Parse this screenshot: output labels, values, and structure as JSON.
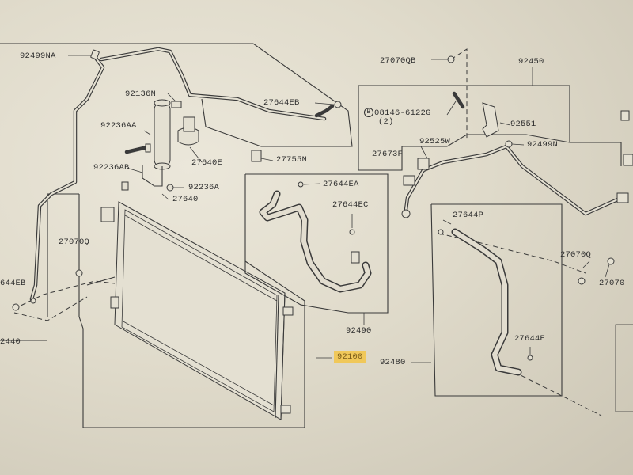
{
  "labels": {
    "p92499NA": "92499NA",
    "p92136N": "92136N",
    "p27644EB": "27644EB",
    "p92236AA": "92236AA",
    "p27640E": "27640E",
    "p27755N": "27755N",
    "p92236AB": "92236AB",
    "p92236A": "92236A",
    "p27640": "27640",
    "p27070Q_left": "27070Q",
    "p644EB": "644EB",
    "p2440": "2440",
    "p27644EA": "27644EA",
    "p27644EC": "27644EC",
    "p92490": "92490",
    "p92100": "92100",
    "p27070QB": "27070QB",
    "p92450": "92450",
    "p08146_circle": "B",
    "p08146": "08146-6122G",
    "p08146_qty": "(2)",
    "p92551": "92551",
    "p92525W": "92525W",
    "p27673F": "27673F",
    "p92499N": "92499N",
    "p27644P": "27644P",
    "p27070Q_right": "27070Q",
    "p27070_edge": "27070",
    "p92480": "92480",
    "p27644E": "27644E"
  },
  "colors": {
    "highlight": "#f0c85a",
    "ink": "#3a3a3a"
  }
}
